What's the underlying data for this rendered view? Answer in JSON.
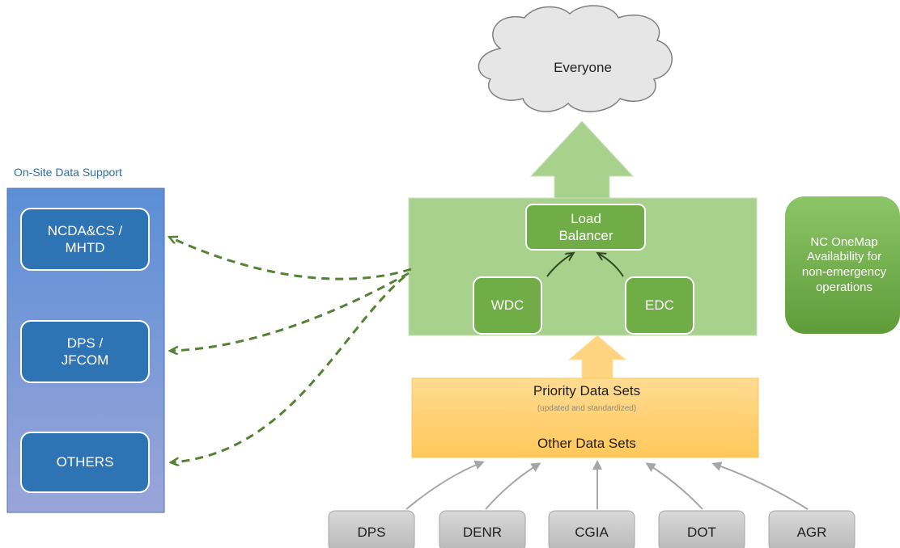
{
  "cloud": {
    "label": "Everyone"
  },
  "onsite": {
    "caption": "On-Site Data Support",
    "items": [
      {
        "label": "NCDA&CS / MHTD"
      },
      {
        "label": "DPS / JFCOM"
      },
      {
        "label": "OTHERS"
      }
    ]
  },
  "cluster": {
    "load_balancer": "Load Balancer",
    "wdc": "WDC",
    "edc": "EDC"
  },
  "availability": {
    "label": "NC OneMap Availability for non-emergency operations"
  },
  "datasets": {
    "priority": "Priority Data Sets",
    "note": "(updated and standardized)",
    "other": "Other Data Sets"
  },
  "sources": [
    {
      "label": "DPS"
    },
    {
      "label": "DENR"
    },
    {
      "label": "CGIA"
    },
    {
      "label": "DOT"
    },
    {
      "label": "AGR"
    }
  ],
  "colors": {
    "onsite_panel": "#8fa2d6",
    "blue_box": "#2e74b5",
    "green_panel": "#a9d18e",
    "green_box": "#70ad47",
    "dashed_arrow": "#548235",
    "orange_panel": "#ffd480",
    "source_box": "#bfbfbf",
    "cloud": "#e7e6e6"
  }
}
